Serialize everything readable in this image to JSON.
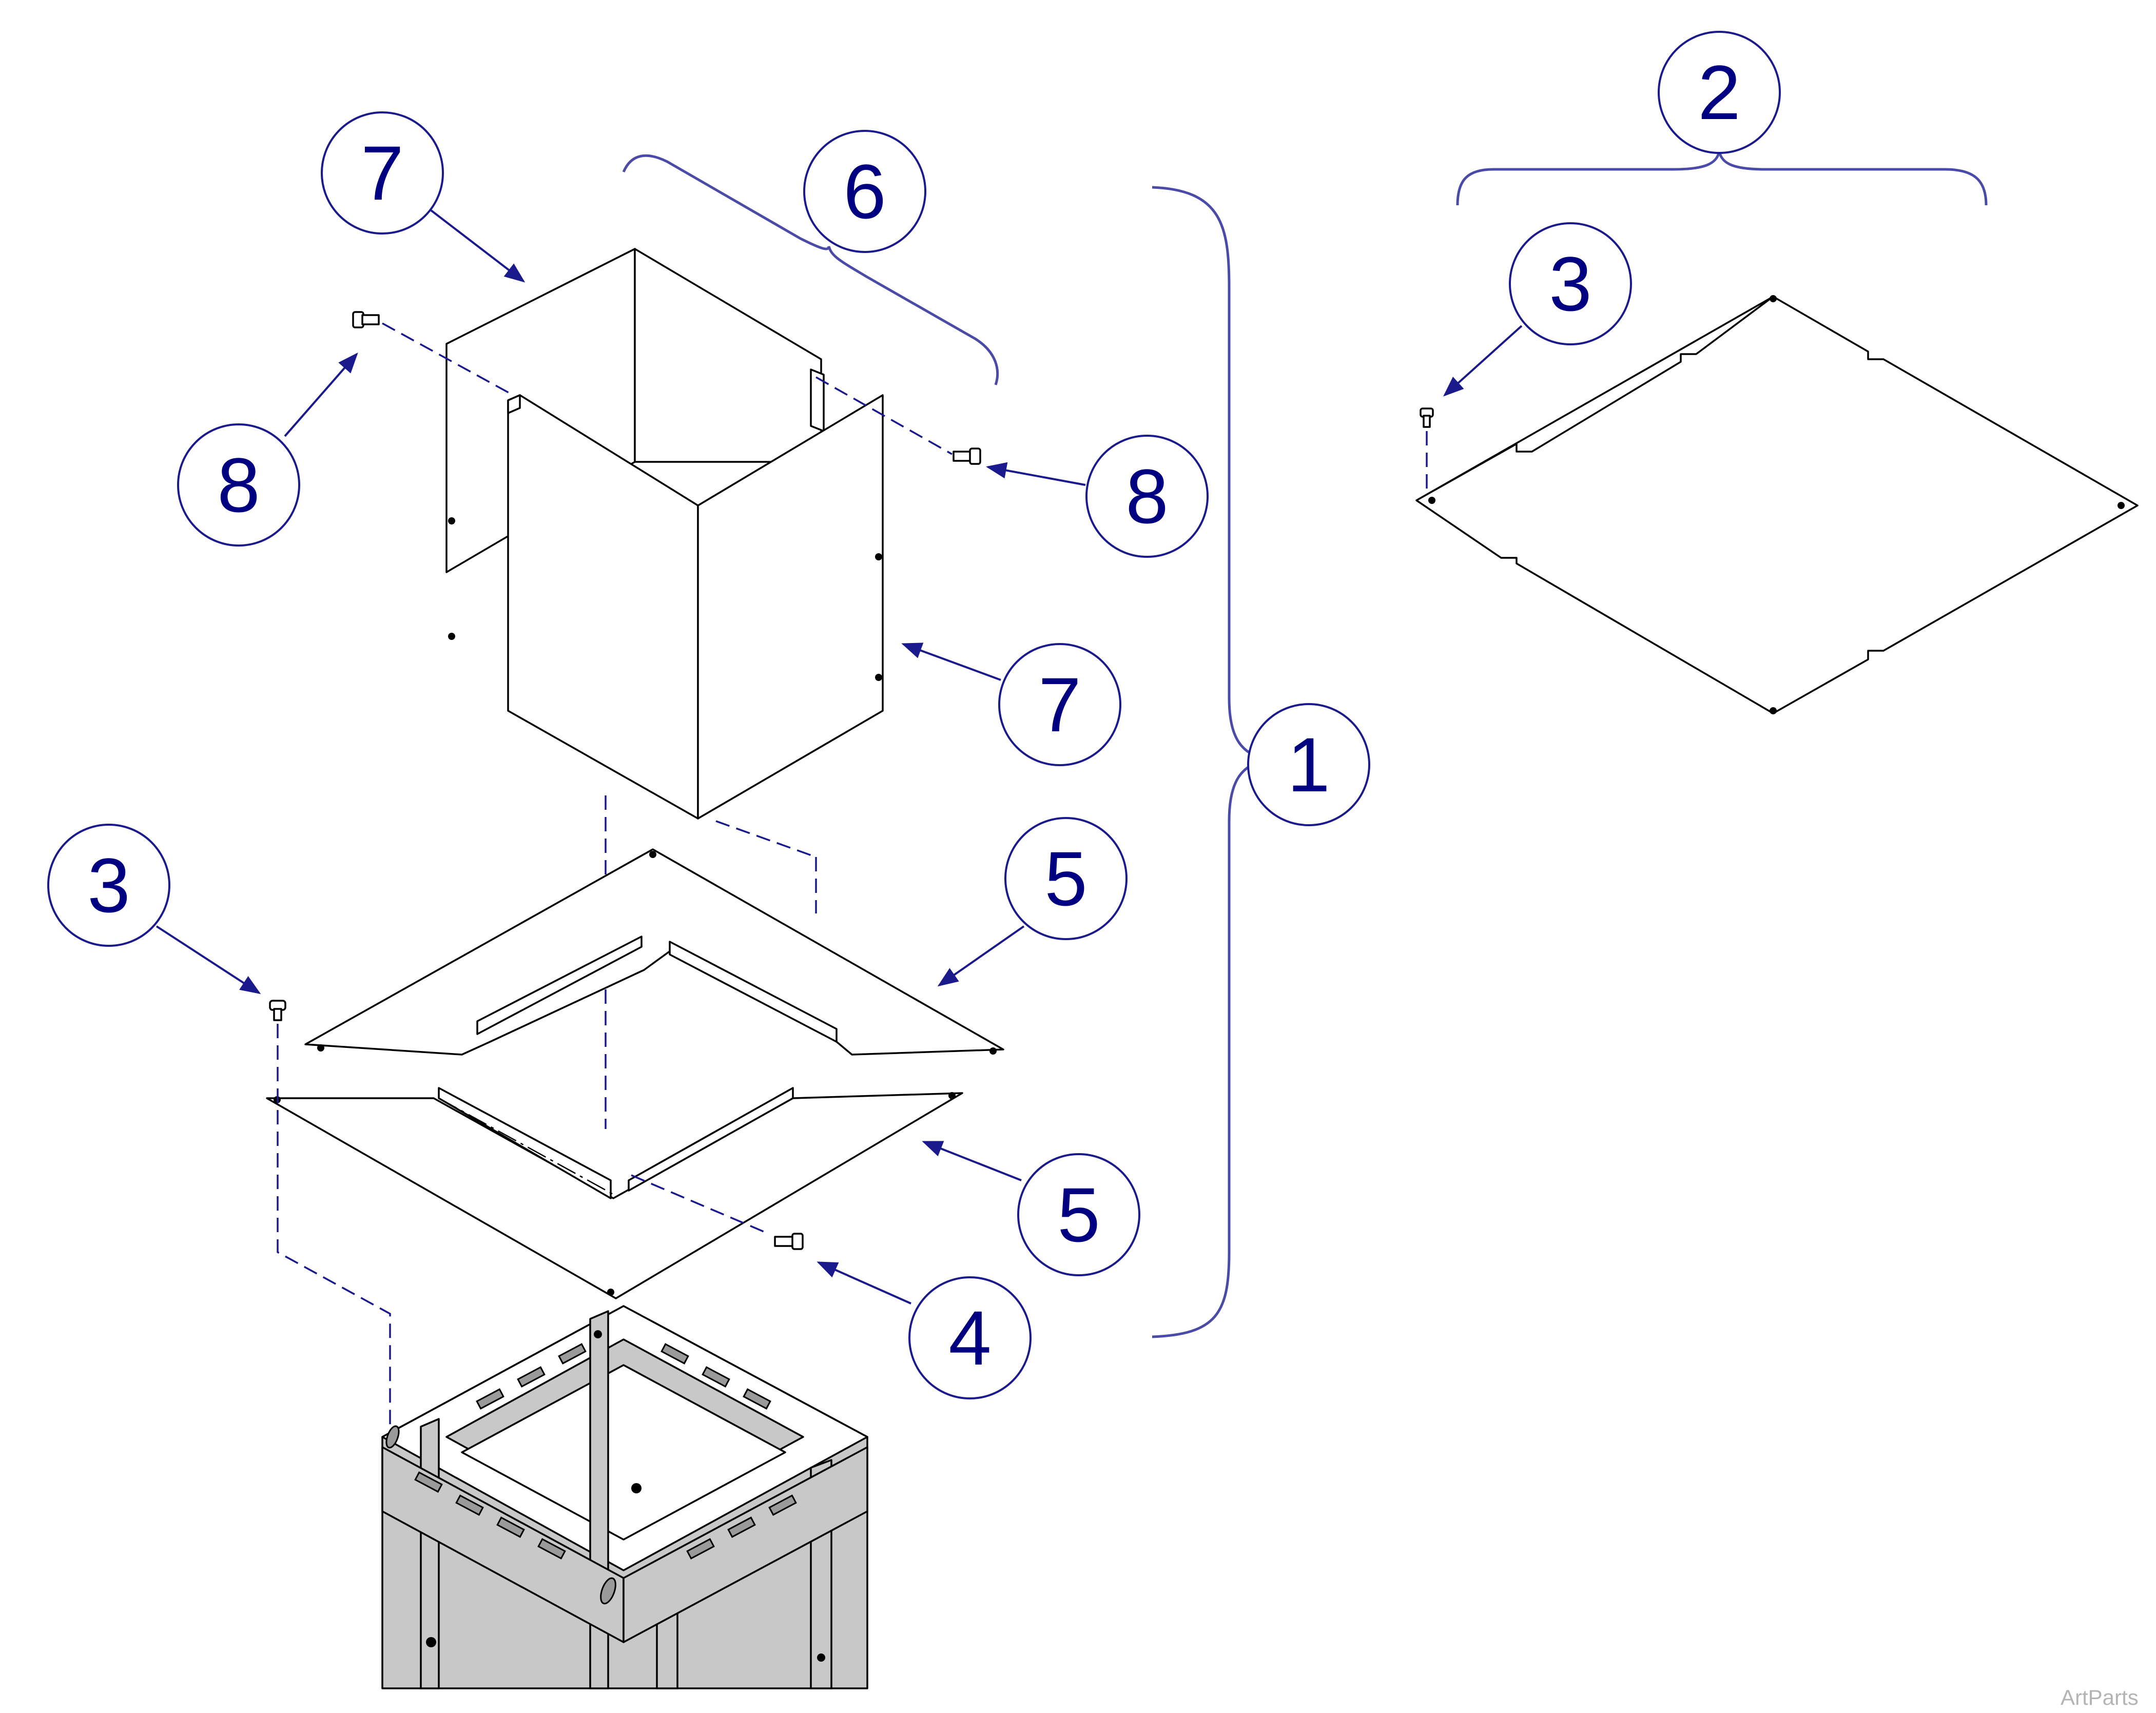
{
  "callouts": [
    {
      "id": "c1",
      "label": "1"
    },
    {
      "id": "c2",
      "label": "2"
    },
    {
      "id": "c3a",
      "label": "3"
    },
    {
      "id": "c3b",
      "label": "3"
    },
    {
      "id": "c4",
      "label": "4"
    },
    {
      "id": "c5a",
      "label": "5"
    },
    {
      "id": "c5b",
      "label": "5"
    },
    {
      "id": "c6",
      "label": "6"
    },
    {
      "id": "c7a",
      "label": "7"
    },
    {
      "id": "c7b",
      "label": "7"
    },
    {
      "id": "c8a",
      "label": "8"
    },
    {
      "id": "c8b",
      "label": "8"
    }
  ],
  "watermark": "ArtParts",
  "colors": {
    "callout_stroke": "#1a1a8c",
    "callout_text": "#000080",
    "base_fill": "#c8c8c8"
  }
}
